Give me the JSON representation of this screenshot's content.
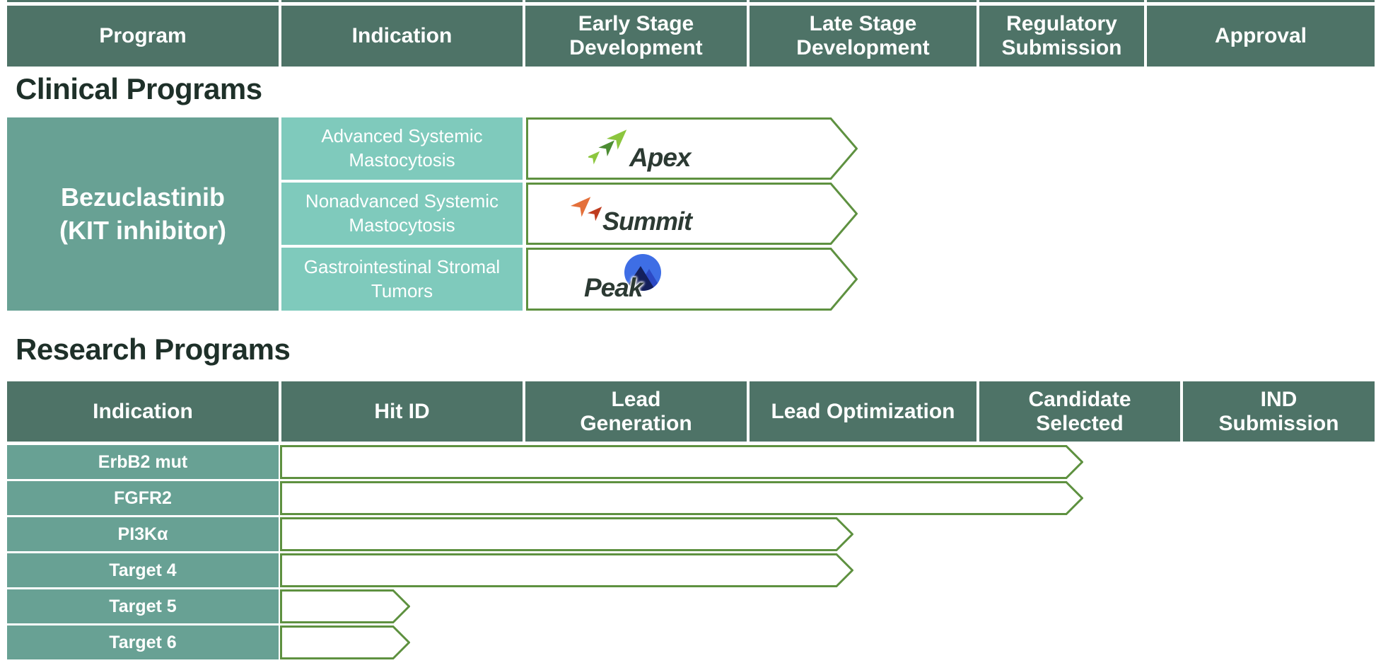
{
  "sections": {
    "clinical_title": "Clinical Programs",
    "research_title": "Research Programs"
  },
  "clinical_header": {
    "columns": [
      "Program",
      "Indication",
      "Early Stage Development",
      "Late Stage Development",
      "Regulatory Submission",
      "Approval"
    ]
  },
  "clinical": {
    "program_name": "Bezuclastinib",
    "program_detail": "(KIT inhibitor)",
    "rows": [
      {
        "indication": "Advanced Systemic Mastocytosis",
        "trial_name": "Apex"
      },
      {
        "indication": "Nonadvanced Systemic Mastocytosis",
        "trial_name": "Summit"
      },
      {
        "indication": "Gastrointestinal Stromal Tumors",
        "trial_name": "Peak"
      }
    ]
  },
  "research_header": {
    "columns": [
      "Indication",
      "Hit ID",
      "Lead Generation",
      "Lead Optimization",
      "Candidate Selected",
      "IND Submission"
    ]
  },
  "research": {
    "rows": [
      {
        "indication": "ErbB2 mut"
      },
      {
        "indication": "FGFR2"
      },
      {
        "indication": "PI3Kα"
      },
      {
        "indication": "Target 4"
      },
      {
        "indication": "Target 5"
      },
      {
        "indication": "Target 6"
      }
    ]
  },
  "colors": {
    "header_teal": "#4e7367",
    "label_teal": "#68a194",
    "indication_teal": "#7fcabc",
    "arrow_border_green": "#5e9140",
    "title_ink": "#1e3029",
    "apex_light_green": "#8cc63e",
    "apex_dark_green": "#4c8c33",
    "summit_orange": "#e4703a",
    "summit_dark_orange": "#bf3c1f",
    "peak_blue": "#3e6ee5",
    "peak_mid_blue": "#2c49c4",
    "peak_navy": "#14205c"
  },
  "chart_data": {
    "type": "bar",
    "title": "Drug development pipeline stage progress",
    "clinical": {
      "stages": [
        "Early Stage Development",
        "Late Stage Development",
        "Regulatory Submission",
        "Approval"
      ],
      "rows": [
        {
          "program": "Bezuclastinib (KIT inhibitor)",
          "indication": "Advanced Systemic Mastocytosis",
          "trial": "Apex",
          "start": "Early Stage Development",
          "end": "Late Stage Development",
          "end_fraction": 0.5
        },
        {
          "program": "Bezuclastinib (KIT inhibitor)",
          "indication": "Nonadvanced Systemic Mastocytosis",
          "trial": "Summit",
          "start": "Early Stage Development",
          "end": "Late Stage Development",
          "end_fraction": 0.5
        },
        {
          "program": "Bezuclastinib (KIT inhibitor)",
          "indication": "Gastrointestinal Stromal Tumors",
          "trial": "Peak",
          "start": "Early Stage Development",
          "end": "Late Stage Development",
          "end_fraction": 0.5
        }
      ]
    },
    "research": {
      "stages": [
        "Hit ID",
        "Lead Generation",
        "Lead Optimization",
        "Candidate Selected",
        "IND Submission"
      ],
      "rows": [
        {
          "indication": "ErbB2 mut",
          "start": "Hit ID",
          "end": "Candidate Selected",
          "end_fraction": 0.5
        },
        {
          "indication": "FGFR2",
          "start": "Hit ID",
          "end": "Candidate Selected",
          "end_fraction": 0.5
        },
        {
          "indication": "PI3Kα",
          "start": "Hit ID",
          "end": "Lead Optimization",
          "end_fraction": 0.45
        },
        {
          "indication": "Target 4",
          "start": "Hit ID",
          "end": "Lead Optimization",
          "end_fraction": 0.45
        },
        {
          "indication": "Target 5",
          "start": "Hit ID",
          "end": "Hit ID",
          "end_fraction": 0.55
        },
        {
          "indication": "Target 6",
          "start": "Hit ID",
          "end": "Hit ID",
          "end_fraction": 0.55
        }
      ]
    }
  }
}
